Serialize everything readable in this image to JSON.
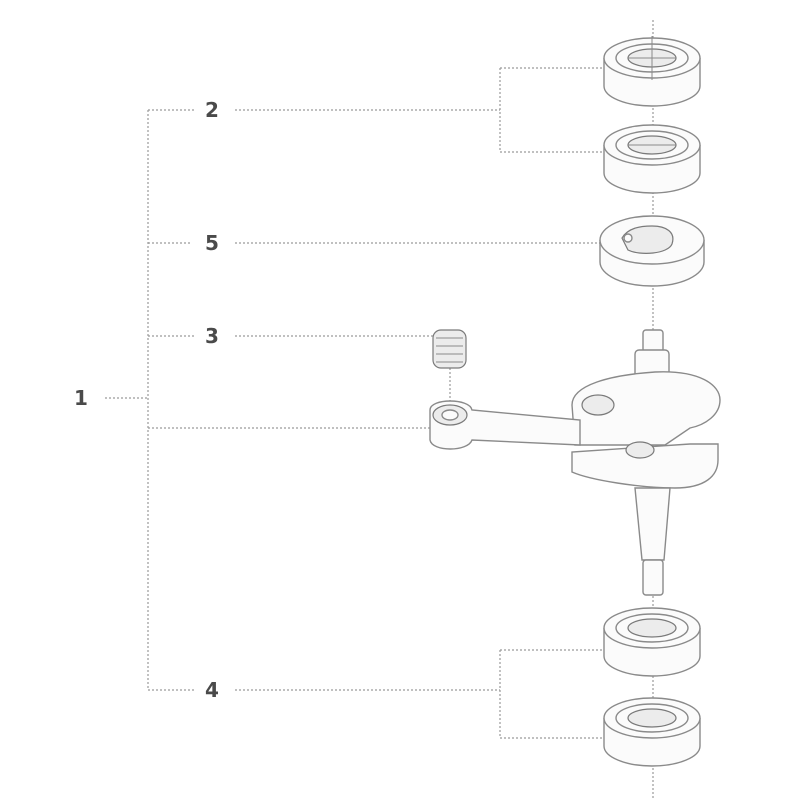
{
  "callouts": {
    "c1": "1",
    "c2": "2",
    "c3": "3",
    "c4": "4",
    "c5": "5"
  },
  "parts": {
    "bearings_top": [
      "bearing",
      "bearing"
    ],
    "bearings_bottom": [
      "bearing",
      "bearing"
    ],
    "icons": {
      "bearing": "ball-bearing-icon",
      "flywheel_half": "crank-disc-icon",
      "needle_bearing": "needle-bearing-icon",
      "crankshaft": "crankshaft-icon"
    }
  },
  "colors": {
    "line": "#9a9a9a",
    "part_stroke": "#8a8a8a",
    "label": "#4a4a4a"
  }
}
